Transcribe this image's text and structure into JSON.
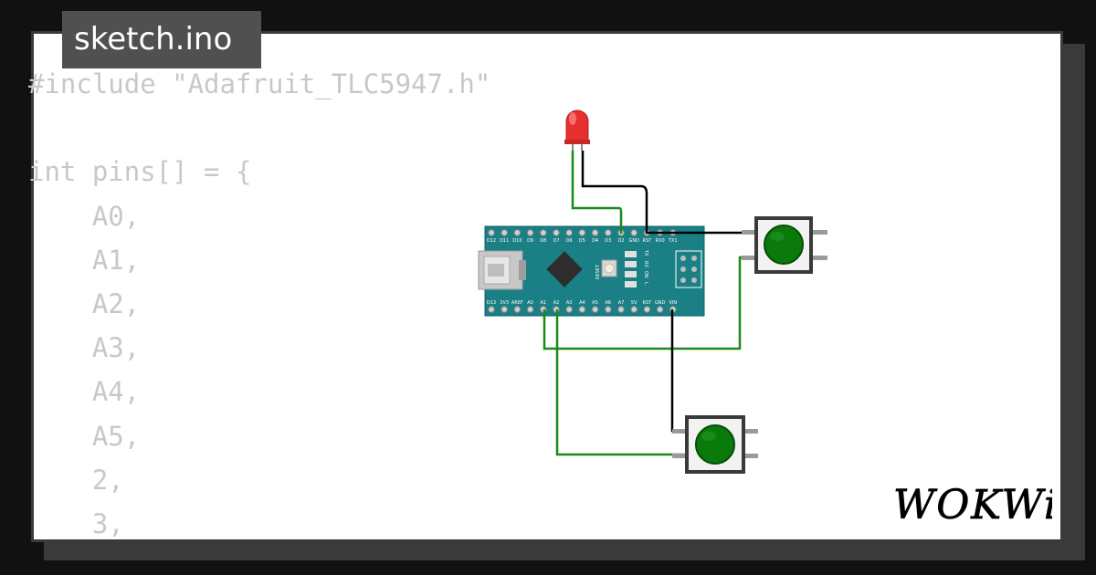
{
  "editor": {
    "filename": "sketch.ino",
    "code_lines": [
      "#include \"Adafruit_TLC5947.h\"",
      "",
      "int pins[] = {",
      "    A0,",
      "    A1,",
      "    A2,",
      "    A3,",
      "    A4,",
      "    A5,",
      "    2,",
      "    3,"
    ]
  },
  "board": {
    "top_pins": [
      "D12",
      "D11",
      "D10",
      "D9",
      "D8",
      "D7",
      "D6",
      "D5",
      "D4",
      "D3",
      "D2",
      "GND",
      "RST",
      "RX0",
      "TX1"
    ],
    "bottom_pins": [
      "D13",
      "3V3",
      "AREF",
      "A0",
      "A1",
      "A2",
      "A3",
      "A4",
      "A5",
      "A6",
      "A7",
      "5V",
      "RST",
      "GND",
      "VIN"
    ],
    "reset_label": "RESET",
    "led_labels": [
      "TX",
      "RX",
      "ON",
      "L"
    ]
  },
  "brand": {
    "logo_text": "WOKWi"
  },
  "colors": {
    "background": "#111111",
    "panel": "#ffffff",
    "board": "#1a8085",
    "wire_green": "#1a8a1a",
    "wire_black": "#000000",
    "led_red": "#e53030",
    "button_cap": "#0a7a0a"
  },
  "icons": [
    "led-icon",
    "pushbutton-icon",
    "microcontroller-icon",
    "usb-connector-icon",
    "wokwi-logo-icon"
  ]
}
